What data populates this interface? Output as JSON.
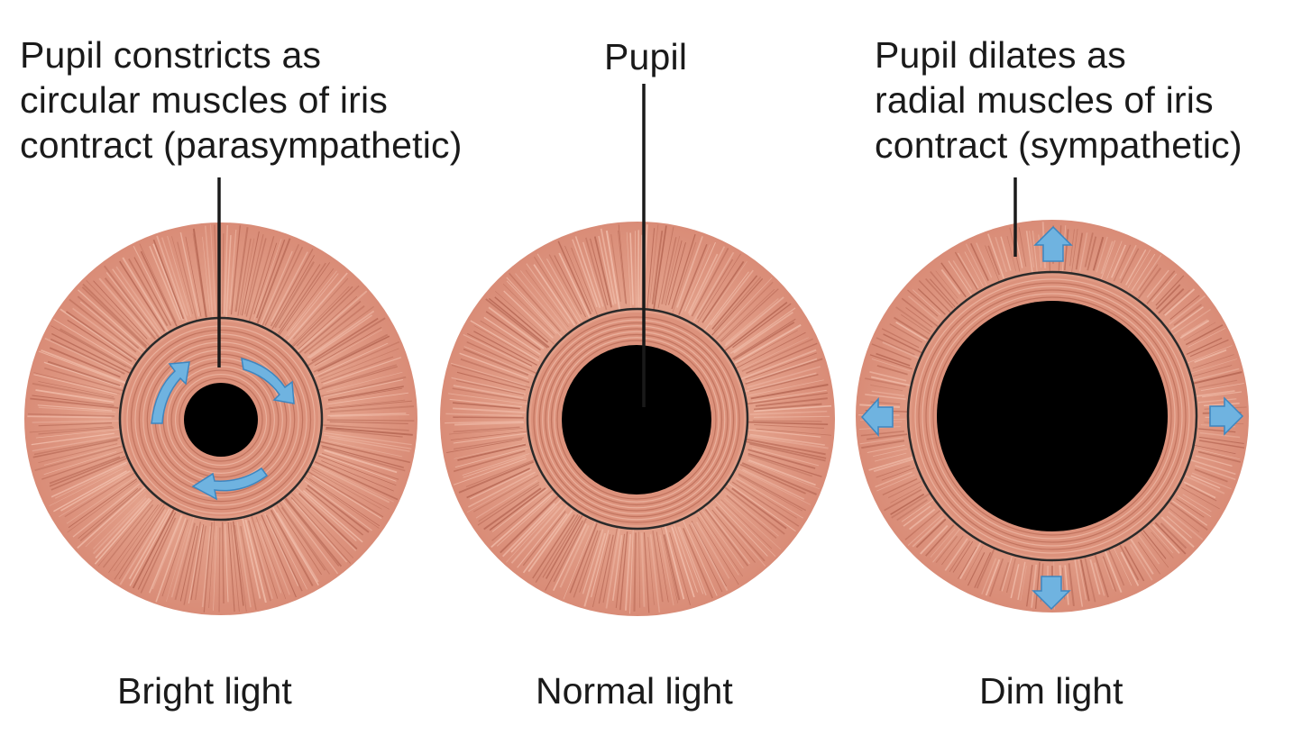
{
  "panels": [
    {
      "id": "bright",
      "callout_lines": [
        "Pupil constricts as",
        "circular muscles of iris",
        "contract (parasympathetic)"
      ],
      "caption": "Bright light",
      "pupil_size": "small",
      "arrow_direction": "circular"
    },
    {
      "id": "normal",
      "callout_lines": [
        "Pupil"
      ],
      "caption": "Normal light",
      "pupil_size": "medium",
      "arrow_direction": "none"
    },
    {
      "id": "dim",
      "callout_lines": [
        "Pupil dilates as",
        "radial muscles of iris",
        "contract (sympathetic)"
      ],
      "caption": "Dim light",
      "pupil_size": "large",
      "arrow_direction": "radial-outward"
    }
  ],
  "colors": {
    "iris_base": "#e09a85",
    "iris_fiber_dark": "#b0604d",
    "iris_fiber_light": "#f4c4b2",
    "ring_line": "#2a2a2a",
    "pupil": "#000000",
    "arrow": "#6fb3e0",
    "arrow_edge": "#3d86c0",
    "text": "#1a1a1a"
  }
}
